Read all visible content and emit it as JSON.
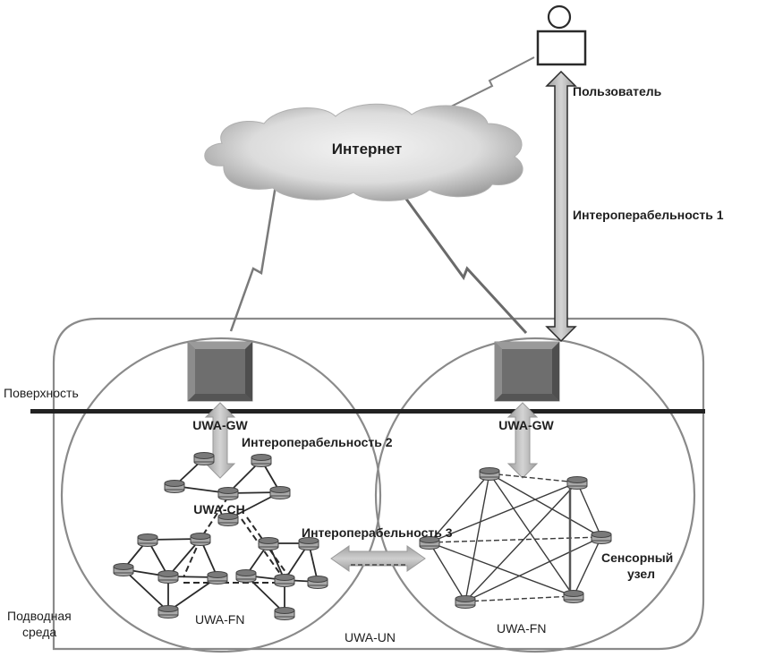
{
  "labels": {
    "user": "Пользователь",
    "internet": "Интернет",
    "interop1": "Интероперабельность 1",
    "interop2": "Интероперабельность 2",
    "interop3": "Интероперабельность 3",
    "surface": "Поверхность",
    "underwater_line1": "Подводная",
    "underwater_line2": "среда",
    "gw_left": "UWA-GW",
    "gw_right": "UWA-GW",
    "ch": "UWA-CH",
    "fn_left": "UWA-FN",
    "fn_right": "UWA-FN",
    "un": "UWA-UN",
    "sensor_line1": "Сенсорный",
    "sensor_line2": "узел"
  },
  "colors": {
    "outline": "#8a8a8a",
    "surface_line": "#222222",
    "gateway": "#6e6e6e",
    "arrow_fill": "#b8b8b8",
    "node_fill": "#a8a8a8",
    "edge": "#2a2a2a"
  },
  "icons": {
    "user": "user-icon",
    "cloud": "cloud-icon",
    "gateway": "gateway-box-icon",
    "node": "sensor-node-icon",
    "wireless": "lightning-link-icon"
  }
}
